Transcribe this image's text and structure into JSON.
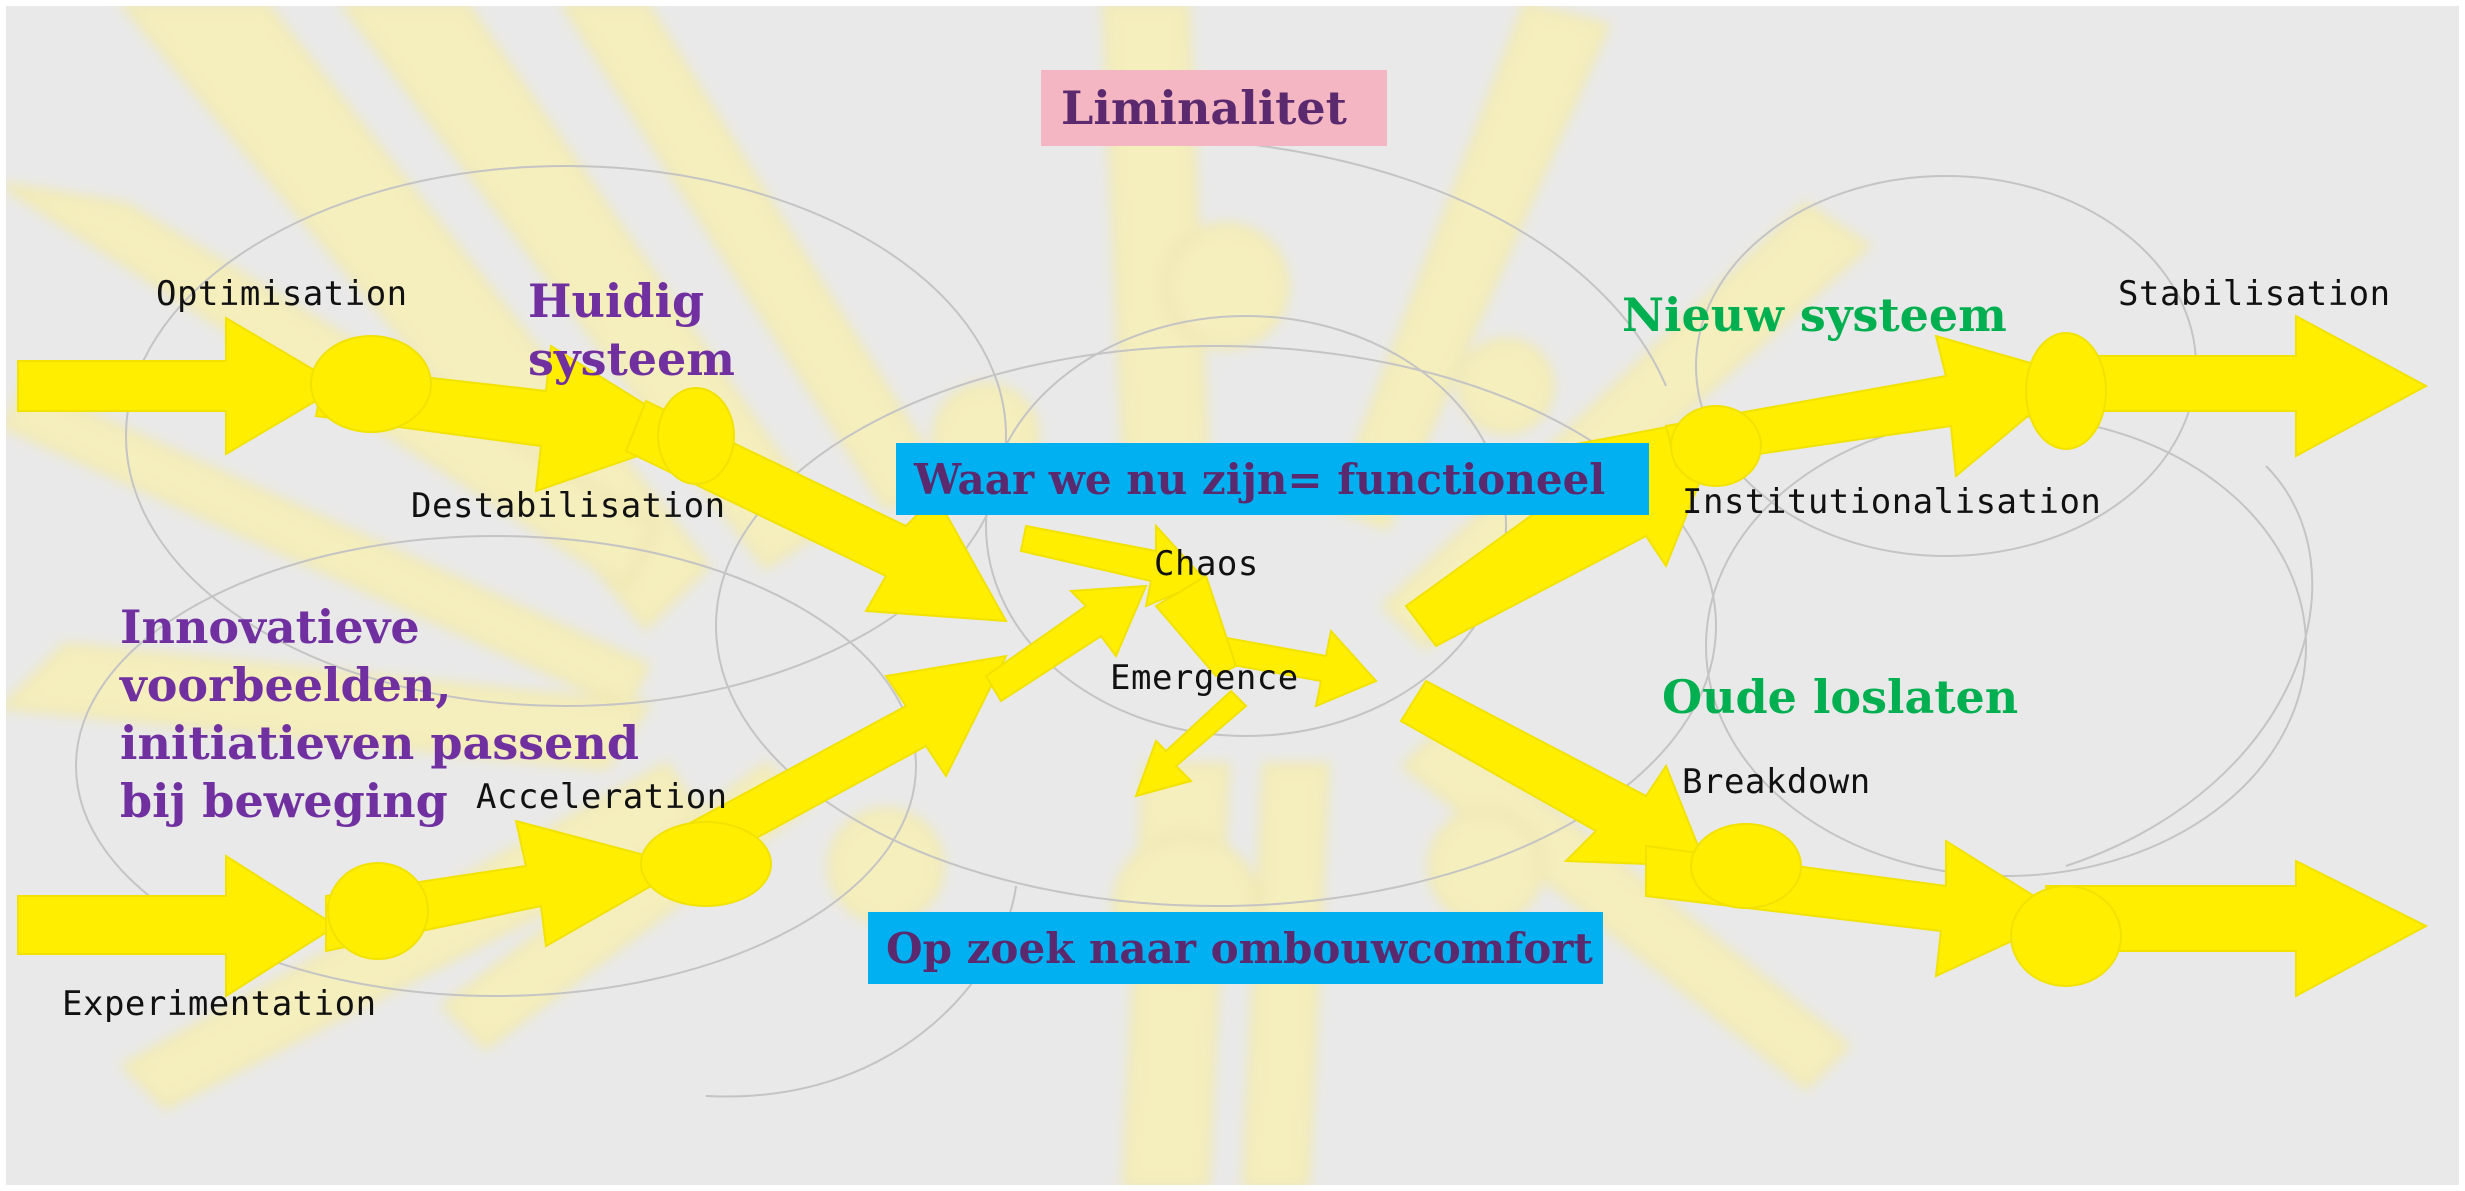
{
  "colors": {
    "background": "#e9e9e9",
    "arrow_yellow": "#ffee00",
    "glow_yellow": "#fff39a",
    "purple": "#7030a0",
    "green": "#00b050",
    "pink_box": "#f4b6c2",
    "blue_box": "#00b0f0",
    "box_text": "#5b2a6e"
  },
  "title_box": {
    "text": "Liminalitet"
  },
  "banner_top": {
    "text": "Waar we nu zijn= functioneel"
  },
  "banner_bottom": {
    "text": "Op zoek naar ombouwcomfort"
  },
  "phases": {
    "optimisation": "Optimisation",
    "destabilisation": "Destabilisation",
    "chaos": "Chaos",
    "emergence": "Emergence",
    "acceleration": "Acceleration",
    "experimentation": "Experimentation",
    "institutionalisation": "Institutionalisation",
    "stabilisation": "Stabilisation",
    "breakdown": "Breakdown"
  },
  "headings": {
    "current_system": "Huidig\nsysteem",
    "innovative_examples": "Innovatieve\nvoorbeelden,\ninitiatieven passend\nbij beweging",
    "new_system": "Nieuw systeem",
    "let_go_old": "Oude loslaten"
  }
}
